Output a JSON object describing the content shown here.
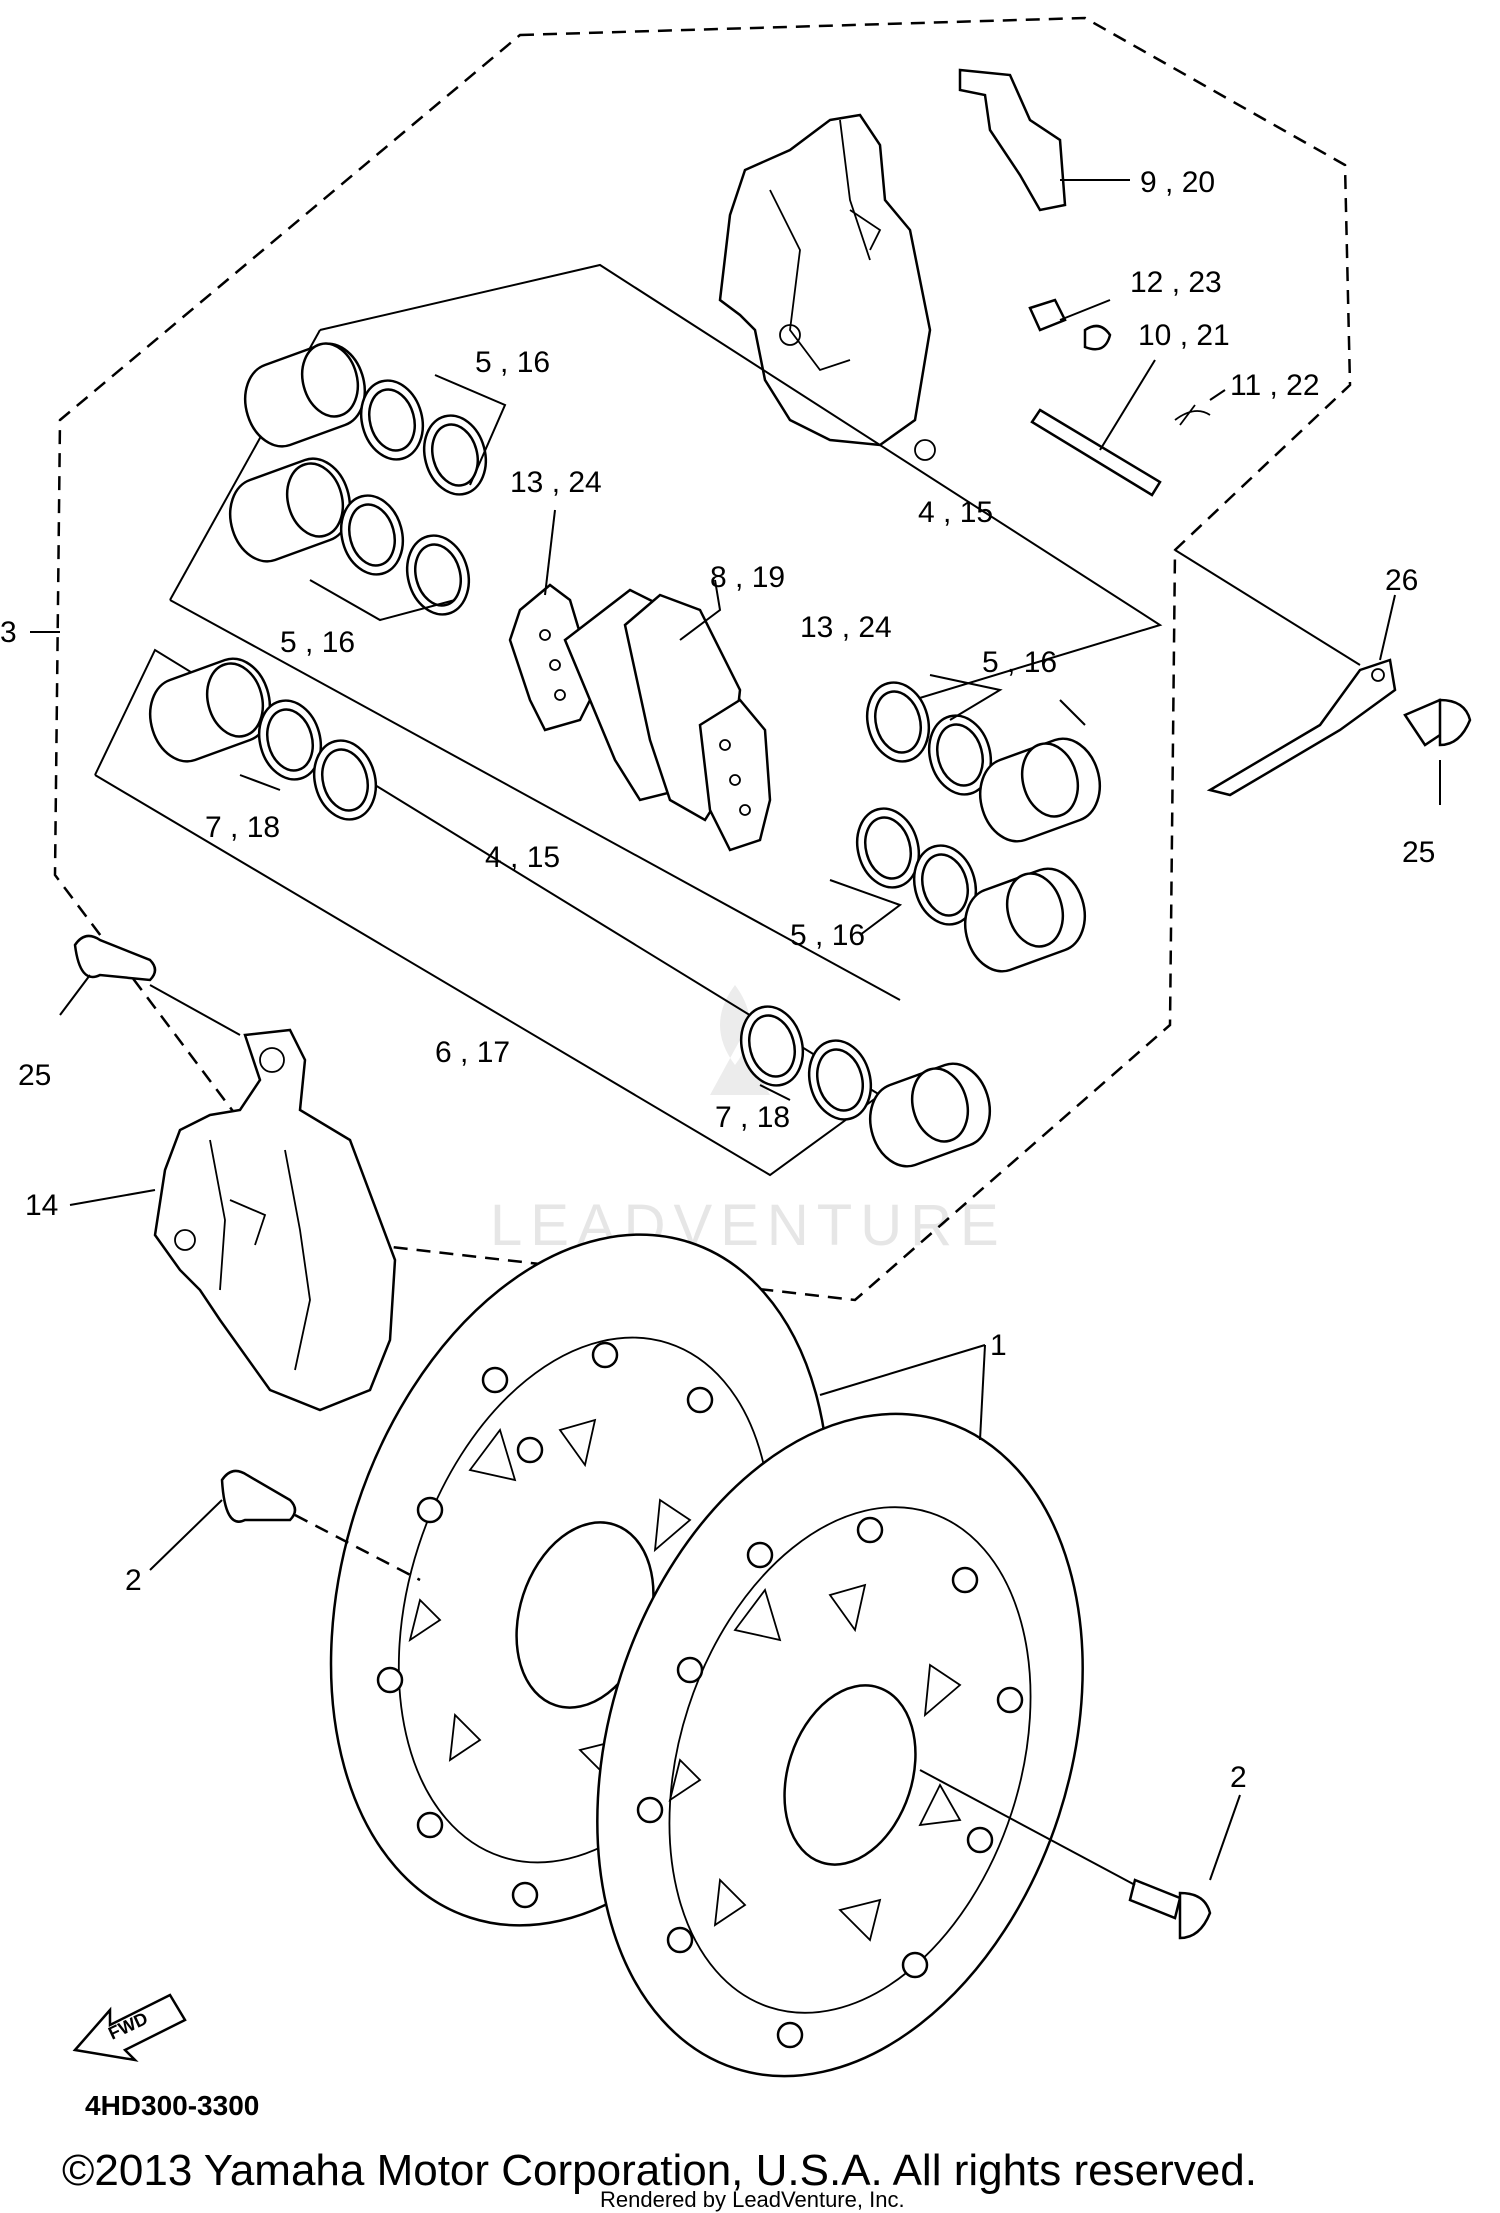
{
  "callouts": {
    "c9_20": "9 , 20",
    "c12_23": "12 , 23",
    "c10_21": "10 , 21",
    "c11_22": "11 , 22",
    "c5_16_a": "5 , 16",
    "c13_24_a": "13 , 24",
    "c4_15_a": "4 , 15",
    "c8_19": "8 , 19",
    "c13_24_b": "13 , 24",
    "c3": "3",
    "c5_16_b": "5 , 16",
    "c5_16_c": "5 , 16",
    "c26": "26",
    "c7_18_a": "7 , 18",
    "c4_15_b": "4 , 15",
    "c25_a": "25",
    "c5_16_d": "5 , 16",
    "c6_17": "6 , 17",
    "c25_b": "25",
    "c7_18_b": "7 , 18",
    "c14": "14",
    "c1": "1",
    "c2_a": "2",
    "c2_b": "2"
  },
  "fwd_label": "FWD",
  "diagram_code": "4HD300-3300",
  "copyright": "©2013 Yamaha Motor Corporation, U.S.A. All rights reserved.",
  "rendered_by": "Rendered by LeadVenture, Inc.",
  "watermark": "LEADVENTURE"
}
